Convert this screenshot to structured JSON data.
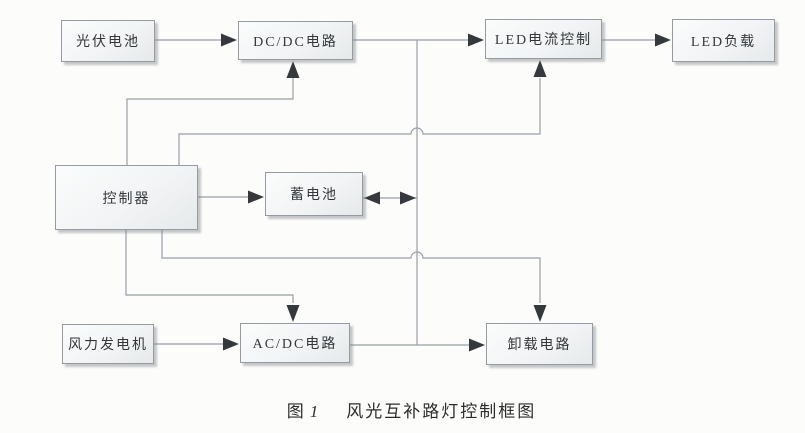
{
  "figure": {
    "label": "图",
    "number": "1",
    "title": "风光互补路灯控制框图"
  },
  "diagram": {
    "nodes": {
      "pv": {
        "label": "光伏电池"
      },
      "dcdc": {
        "label": "DC/DC电路"
      },
      "led_ctrl": {
        "label": "LED电流控制"
      },
      "led_load": {
        "label": "LED负载"
      },
      "controller": {
        "label": "控制器"
      },
      "battery": {
        "label": "蓄电池"
      },
      "wind": {
        "label": "风力发电机"
      },
      "acdc": {
        "label": "AC/DC电路"
      },
      "unload": {
        "label": "卸载电路"
      }
    },
    "edges": [
      {
        "from": "pv",
        "to": "dcdc",
        "style": "arrow"
      },
      {
        "from": "dcdc",
        "to": "led_ctrl",
        "style": "arrow"
      },
      {
        "from": "led_ctrl",
        "to": "led_load",
        "style": "arrow"
      },
      {
        "from": "controller",
        "to": "dcdc",
        "style": "arrow"
      },
      {
        "from": "controller",
        "to": "led_ctrl",
        "style": "arrow"
      },
      {
        "from": "controller",
        "to": "battery",
        "style": "arrow"
      },
      {
        "from": "battery",
        "to": "dc_bus",
        "style": "double-arrow"
      },
      {
        "from": "controller",
        "to": "acdc",
        "style": "arrow"
      },
      {
        "from": "controller",
        "to": "unload",
        "style": "arrow"
      },
      {
        "from": "wind",
        "to": "acdc",
        "style": "arrow"
      },
      {
        "from": "acdc",
        "to": "unload",
        "style": "arrow"
      }
    ]
  },
  "colors": {
    "background": "#fcfcfa",
    "line": "#98a0a7",
    "arrow": "#35393d",
    "box_border": "#949ba2",
    "box_fill": "#f2f4f5",
    "text": "#33373b"
  }
}
